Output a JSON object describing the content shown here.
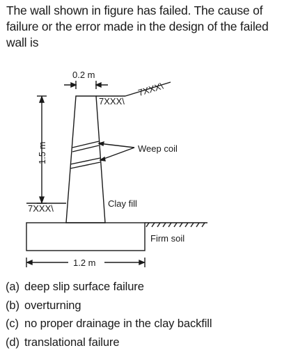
{
  "question": {
    "text": "The wall shown in figure has failed. The cause of failure or the error made in the design of the failed wall is"
  },
  "figure": {
    "top_width_label": "0.2 m",
    "height_label": "1.5 m",
    "weep_coil_label": "Weep coil",
    "clay_fill_label": "Clay fill",
    "firm_soil_label": "Firm soil",
    "base_width_label": "1.2 m",
    "ground_hatch": "7XXX\\",
    "line_color": "#1a1a1a"
  },
  "options": [
    {
      "letter": "(a)",
      "text": "deep slip surface failure"
    },
    {
      "letter": "(b)",
      "text": "overturning"
    },
    {
      "letter": "(c)",
      "text": "no proper drainage in the clay backfill"
    },
    {
      "letter": "(d)",
      "text": "translational failure"
    }
  ]
}
